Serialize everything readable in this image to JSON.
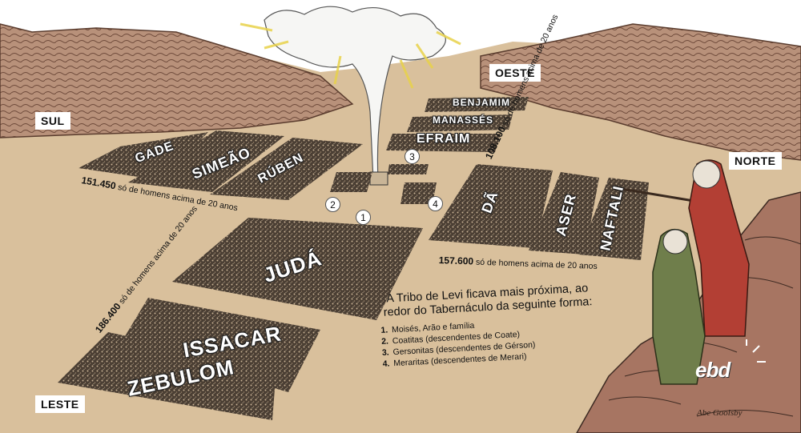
{
  "directions": {
    "south": "SUL",
    "west": "OESTE",
    "north": "NORTE",
    "east": "LESTE"
  },
  "camps": {
    "benjamim": "BENJAMIM",
    "manasses": "MANASSÉS",
    "efraim": "EFRAIM",
    "gade": "GADE",
    "simeao": "SIMEÃO",
    "ruben": "RÚBEN",
    "da": "DÃ",
    "aser": "ASER",
    "naftali": "NAFTALI",
    "juda": "JUDÁ",
    "issacar": "ISSACAR",
    "zebulom": "ZEBULOM"
  },
  "census": {
    "west": {
      "number": "108.100",
      "text": "só de homens acima de 20 anos"
    },
    "south": {
      "number": "151.450",
      "text": "só de homens acima de 20 anos"
    },
    "north": {
      "number": "157.600",
      "text": "só de homens acima de 20 anos"
    },
    "east": {
      "number": "186.400",
      "text": "só de homens acima de 20 anos"
    }
  },
  "levite_markers": [
    "1",
    "2",
    "3",
    "4"
  ],
  "info": {
    "title": "A Tribo de Levi ficava mais próxima, ao redor do Tabernáculo da seguinte forma:",
    "items": [
      {
        "num": "1.",
        "text": "Moisés, Arão e família"
      },
      {
        "num": "2.",
        "text": "Coatitas (descendentes de Coate)"
      },
      {
        "num": "3.",
        "text": "Gersonitas (descendentes de Gérson)"
      },
      {
        "num": "4.",
        "text": "Meraritas (descendentes de Merari)"
      }
    ]
  },
  "logo": "ebd",
  "signature": "Abe Goolsby",
  "colors": {
    "ground": "#d9c09c",
    "camp": "#3a3128",
    "mountain": "#b48a6e",
    "sky": "#ffffff"
  }
}
